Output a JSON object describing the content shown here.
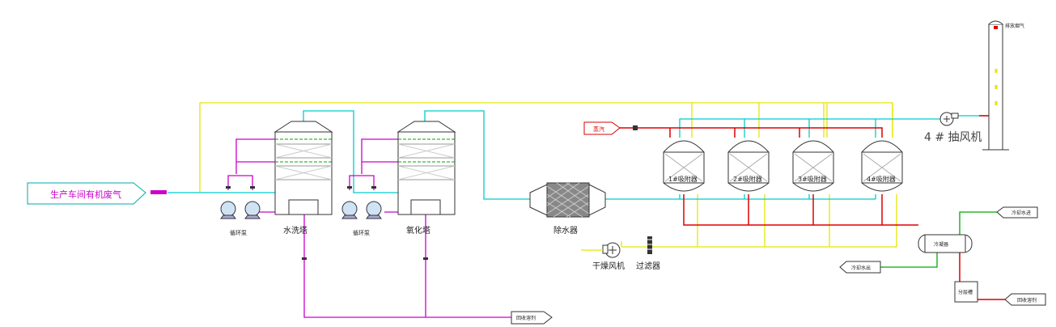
{
  "inlet": {
    "label": "生产车间有机废气"
  },
  "pump_group_1": {
    "label": "循环泵"
  },
  "pump_group_2": {
    "label": "循环泵"
  },
  "water_tower": {
    "label": "水洗塔"
  },
  "oxidation_tower": {
    "label": "氧化塔"
  },
  "dehumidifier": {
    "label": "除水器"
  },
  "steam_inlet": {
    "label": "蒸汽"
  },
  "adsorbers": [
    {
      "label": "1#吸附器"
    },
    {
      "label": "2#吸附器"
    },
    {
      "label": "3#吸附器"
    },
    {
      "label": "4#吸附器"
    }
  ],
  "exhaust_fan": {
    "label": "4 # 抽风机"
  },
  "stack": {
    "label": "排放烟气"
  },
  "drying_fan": {
    "label": "干燥风机"
  },
  "filter": {
    "label": "过滤器"
  },
  "condenser": {
    "label": "冷凝器"
  },
  "cooling_water_in": {
    "label": "冷却水进"
  },
  "cooling_water_out": {
    "label": "冷却水出"
  },
  "separator": {
    "label": "分层槽"
  },
  "recovery_out": {
    "label": "回收溶剂"
  },
  "waste_water_out": {
    "label": "回收溶剂"
  },
  "colors": {
    "yellow_line": "#ffff00",
    "cyan_line": "#00cccc",
    "magenta_line": "#cc00cc",
    "red_line": "#dd0000",
    "green_line": "#00aa00"
  }
}
